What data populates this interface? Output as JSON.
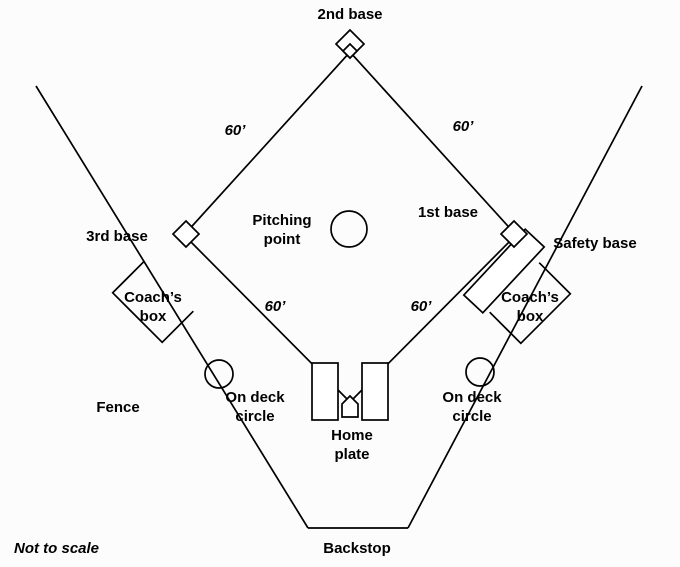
{
  "diagram": {
    "labels": {
      "second_base": "2nd base",
      "first_base": "1st base",
      "third_base": "3rd base",
      "safety_base": "Safety base",
      "pitching_point": "Pitching\npoint",
      "coachs_box_left": "Coach’s\nbox",
      "coachs_box_right": "Coach’s\nbox",
      "on_deck_circle_left": "On deck\ncircle",
      "on_deck_circle_right": "On deck\ncircle",
      "home_plate": "Home\nplate",
      "fence": "Fence",
      "backstop": "Backstop",
      "not_to_scale": "Not to scale"
    },
    "distances": {
      "third_to_second": "60’",
      "second_to_first": "60’",
      "home_to_third": "60’",
      "home_to_first": "60’"
    },
    "colors": {
      "line": "#000000",
      "background": "#fcfcfc",
      "shape_fill": "#ffffff"
    }
  }
}
